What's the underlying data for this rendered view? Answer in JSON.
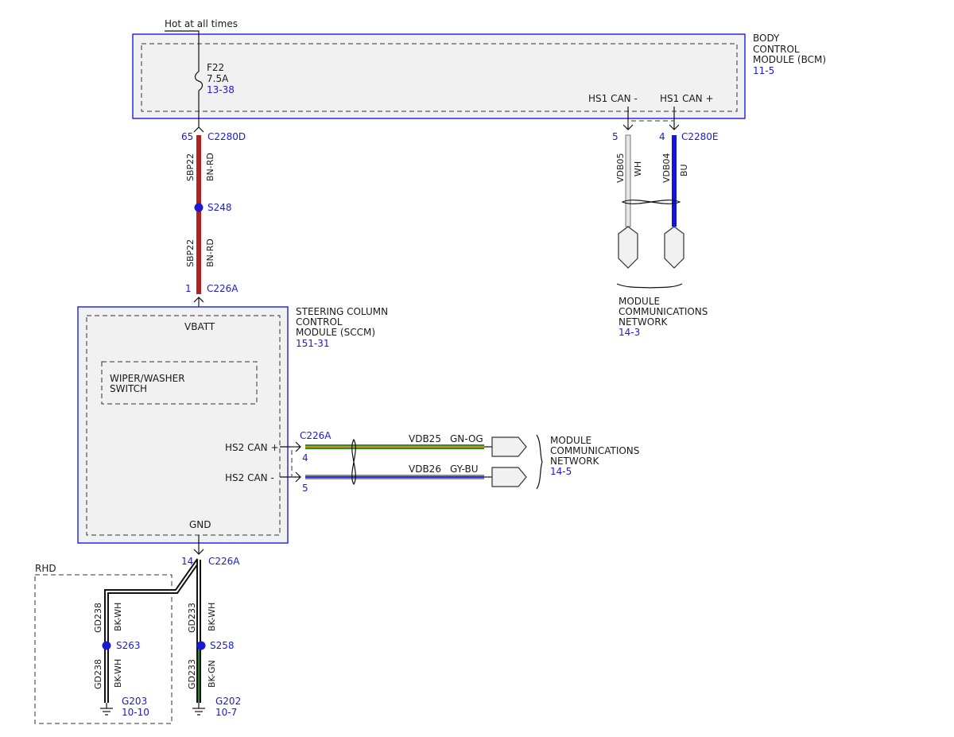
{
  "power": {
    "hot_label": "Hot at all times"
  },
  "bcm": {
    "name_lines": [
      "BODY",
      "CONTROL",
      "MODULE (BCM)"
    ],
    "ref": "11-5",
    "fuse": {
      "id": "F22",
      "rating": "7.5A",
      "ref": "13-38"
    },
    "pin_can_minus": "HS1 CAN -",
    "pin_can_plus": "HS1 CAN +"
  },
  "feed_wire": {
    "pin": "65",
    "connector": "C2280D",
    "circuit": "SBP22",
    "color": "BN-RD",
    "splice": "S248",
    "end_pin": "1",
    "end_connector": "C226A",
    "hex": "#b22222"
  },
  "hs1_wires": {
    "wh": {
      "pin": "5",
      "circuit": "VDB05",
      "color": "WH",
      "hex": "#e6e6e6"
    },
    "bu": {
      "pin": "4",
      "circuit": "VDB04",
      "color": "BU",
      "hex": "#1414e0"
    },
    "connector": "C2280E",
    "network_lines": [
      "MODULE",
      "COMMUNICATIONS",
      "NETWORK"
    ],
    "network_ref": "14-3"
  },
  "sccm": {
    "name_lines": [
      "STEERING COLUMN",
      "CONTROL",
      "MODULE (SCCM)"
    ],
    "ref": "151-31",
    "vbatt": "VBATT",
    "switch_lines": [
      "WIPER/WASHER",
      "SWITCH"
    ],
    "pin_can_plus": "HS2 CAN +",
    "pin_can_minus": "HS2 CAN -",
    "gnd": "GND"
  },
  "hs2_wires": {
    "connector": "C226A",
    "plus": {
      "pin": "4",
      "circuit": "VDB25",
      "color": "GN-OG",
      "hex_main": "#2e8b2e",
      "hex_stripe": "#d98a1a"
    },
    "minus": {
      "pin": "5",
      "circuit": "VDB26",
      "color": "GY-BU",
      "hex_main": "#8a8a8a",
      "hex_stripe": "#2a2ae0"
    },
    "network_lines": [
      "MODULE",
      "COMMUNICATIONS",
      "NETWORK"
    ],
    "network_ref": "14-5"
  },
  "ground": {
    "pin": "14",
    "connector": "C226A",
    "rhd_label": "RHD",
    "left": {
      "circuit": "GD238",
      "color_upper": "BK-WH",
      "color_lower": "BK-WH",
      "splice": "S263",
      "ground_id": "G203",
      "ground_ref": "10-10"
    },
    "right": {
      "circuit": "GD233",
      "color_upper": "BK-WH",
      "color_lower": "BK-GN",
      "splice": "S258",
      "ground_id": "G202",
      "ground_ref": "10-7"
    },
    "hex_black": "#111111",
    "hex_white": "#ffffff",
    "hex_green": "#2e8b2e"
  },
  "colors": {
    "module_border": "#2a2ae0",
    "splice": "#1a1ad6",
    "ref_text": "#1a1ad6"
  }
}
